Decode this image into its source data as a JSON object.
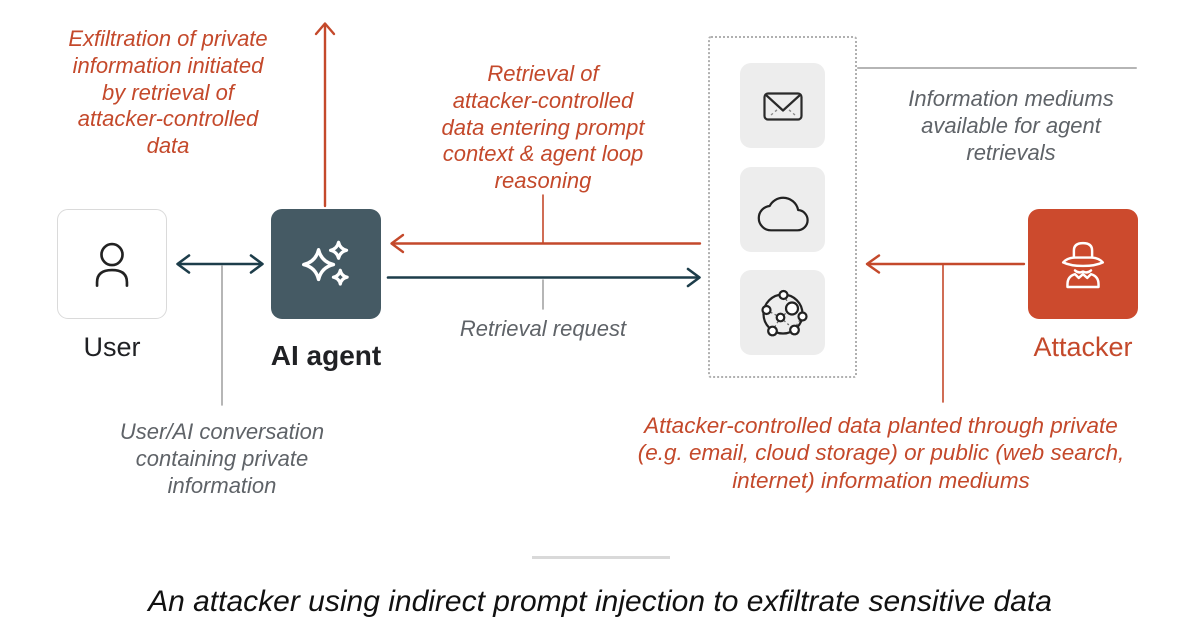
{
  "colors": {
    "accent_red": "#C4492B",
    "attacker_box": "#CC4A2D",
    "agent_box": "#455A64",
    "arrow_teal": "#1D3D4A",
    "gray_text": "#5F6368",
    "line_gray": "#9E9E9E",
    "tile_bg": "#EDEDED"
  },
  "annotations": {
    "exfiltration": "Exfiltration of private\ninformation initiated\nby retrieval of\nattacker-controlled\ndata",
    "retrieval_entering": "Retrieval of\nattacker-controlled\ndata entering prompt\ncontext & agent loop\nreasoning",
    "retrieval_request": "Retrieval request",
    "info_mediums": "Information mediums\navailable for agent\nretrievals",
    "planted": "Attacker-controlled data planted  through private\n(e.g. email, cloud storage) or public (web search,\ninternet) information mediums",
    "conversation": "User/AI conversation\ncontaining private\ninformation"
  },
  "nodes": {
    "user": {
      "label": "User",
      "icon": "person-icon"
    },
    "agent": {
      "label": "AI agent",
      "icon": "sparkles-icon"
    },
    "attacker": {
      "label": "Attacker",
      "icon": "spy-icon"
    },
    "mediums": {
      "icons": [
        "email-icon",
        "cloud-icon",
        "network-icon"
      ]
    }
  },
  "caption": "An attacker using indirect prompt injection to exfiltrate sensitive data"
}
